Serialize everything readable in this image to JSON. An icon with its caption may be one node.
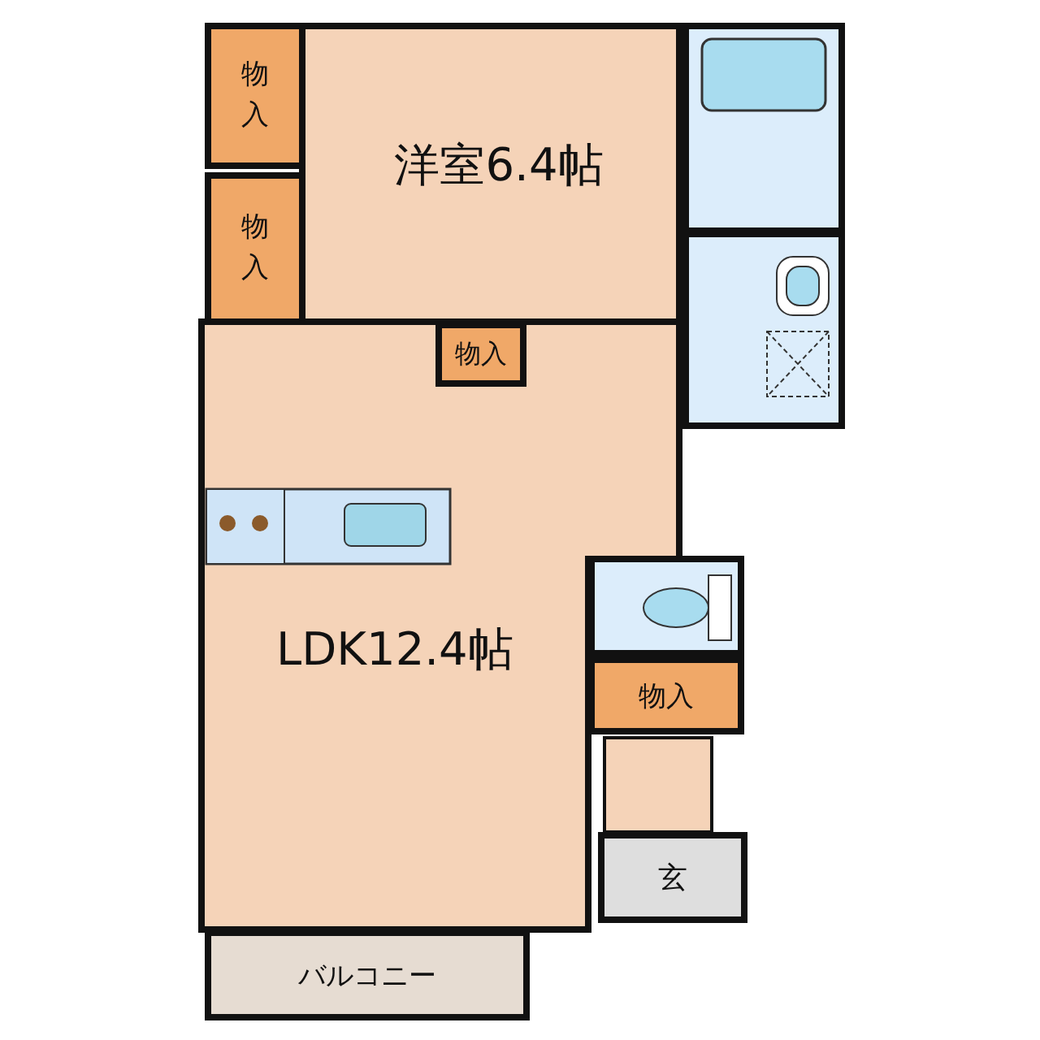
{
  "diagram": {
    "nodes": [
      {
        "text": [
          "物入"
        ]
      },
      {
        "text": [
          "洋室6.4帖"
        ]
      },
      {
        "text": [],
        "shape": "box"
      },
      {
        "text": [
          "物入"
        ]
      },
      {
        "text": [],
        "shape": "box"
      },
      {
        "text": [
          "LDK12.4帖"
        ]
      },
      {
        "text": [
          "物入"
        ],
        "in": 5
      },
      {
        "text": [],
        "shape": "box"
      },
      {
        "text": [
          "物入"
        ]
      },
      {
        "text": [
          "玄"
        ]
      },
      {
        "text": [
          "バルコニー"
        ]
      }
    ]
  }
}
